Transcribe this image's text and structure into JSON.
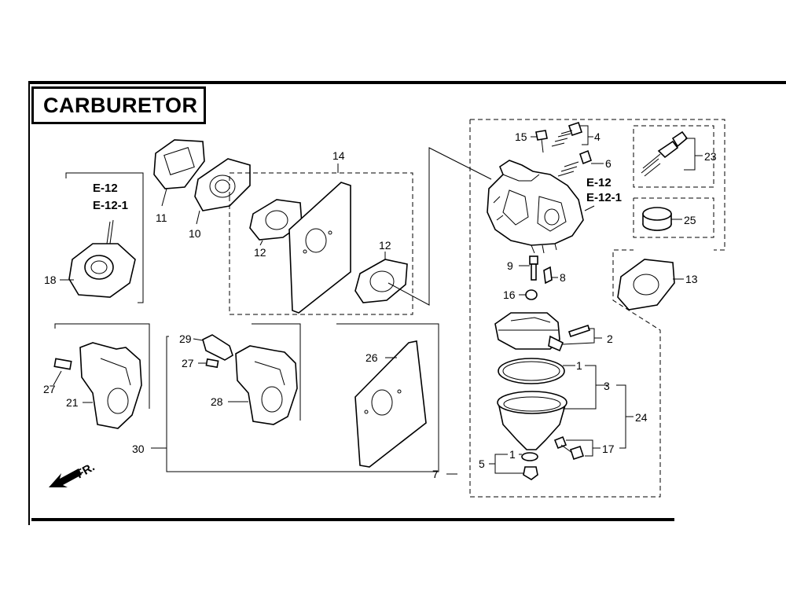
{
  "title": "CARBURETOR",
  "refs": {
    "left": [
      "E-12",
      "E-12-1"
    ],
    "right": [
      "E-12",
      "E-12-1"
    ]
  },
  "direction_label": "FR.",
  "labels": {
    "p1a": "1",
    "p1b": "1",
    "p2": "2",
    "p3": "3",
    "p4": "4",
    "p5": "5",
    "p6": "6",
    "p7": "7",
    "p8": "8",
    "p9": "9",
    "p10": "10",
    "p11": "11",
    "p12a": "12",
    "p12b": "12",
    "p13": "13",
    "p14": "14",
    "p15": "15",
    "p16": "16",
    "p17": "17",
    "p18": "18",
    "p21": "21",
    "p23": "23",
    "p24": "24",
    "p25": "25",
    "p26": "26",
    "p27a": "27",
    "p27b": "27",
    "p28": "28",
    "p29": "29",
    "p30": "30"
  }
}
